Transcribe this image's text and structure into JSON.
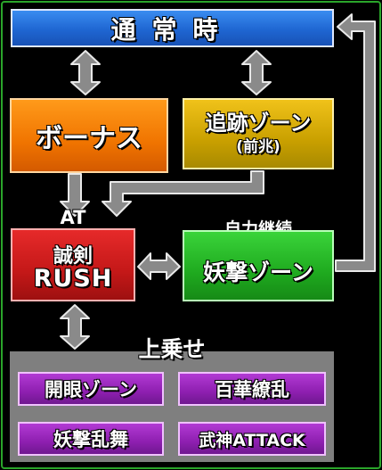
{
  "top": {
    "label": "通常時"
  },
  "bonus": {
    "label": "ボーナス"
  },
  "chase": {
    "label": "追跡ゾーン",
    "sub": "(前兆)"
  },
  "at": {
    "prefix": "AT",
    "line2": "誠剣",
    "line3": "RUSH"
  },
  "self": {
    "label": "自力継続",
    "zone": "妖撃ゾーン"
  },
  "upper": {
    "title": "上乗せ",
    "items": [
      "開眼ゾーン",
      "百華繚乱",
      "妖撃乱舞",
      "武神ATTACK"
    ]
  }
}
